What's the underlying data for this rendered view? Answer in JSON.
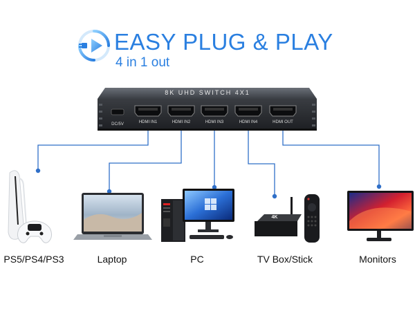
{
  "header": {
    "title": "EASY PLUG & PLAY",
    "subtitle": "4 in 1 out"
  },
  "switch": {
    "model_label": "8K UHD  SWITCH 4X1",
    "ports": [
      {
        "label": "DC/5V"
      },
      {
        "label": "HDMI IN1"
      },
      {
        "label": "HDMI IN2"
      },
      {
        "label": "HDMI IN3"
      },
      {
        "label": "HDMI IN4"
      },
      {
        "label": "HDMI OUT"
      }
    ]
  },
  "devices": [
    {
      "label": "PS5/PS4/PS3"
    },
    {
      "label": "Laptop"
    },
    {
      "label": "PC"
    },
    {
      "label": "TV Box/Stick",
      "badge": "4K"
    },
    {
      "label": "Monitors"
    }
  ],
  "colors": {
    "accent": "#2a7fe0",
    "line": "#2f6fc8",
    "switch_body": "#2b2e33"
  },
  "icons": {
    "logo": "plug-play-icon"
  }
}
